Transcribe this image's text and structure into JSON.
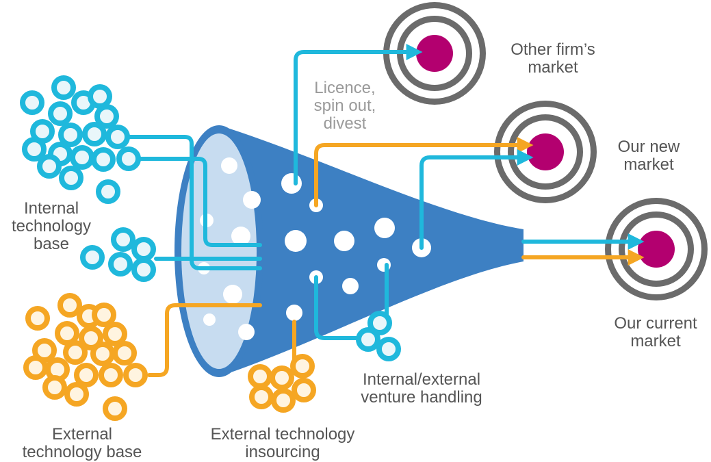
{
  "colors": {
    "funnel_body": "#3d80c3",
    "funnel_mouth": "#c7dcf0",
    "cyan": "#1fb8dc",
    "orange": "#f5a623",
    "target_ring": "#6b6b6b",
    "bullseye": "#b3006f",
    "label_text": "#555555",
    "light_label_text": "#9a9a9a"
  },
  "labels": {
    "internal_base": [
      "Internal",
      "technology",
      "base"
    ],
    "external_base": [
      "External",
      "technology base"
    ],
    "external_insourcing": [
      "External technology",
      "insourcing"
    ],
    "venture_handling": [
      "Internal/external",
      "venture handling"
    ],
    "licence": [
      "Licence,",
      "spin out,",
      "divest"
    ],
    "other_market": [
      "Other firm’s",
      "market"
    ],
    "new_market": [
      "Our new",
      "market"
    ],
    "current_market": [
      "Our current",
      "market"
    ]
  },
  "icons": {
    "funnel": "funnel-icon",
    "target": "target-icon",
    "bubble": "bubble-icon"
  }
}
